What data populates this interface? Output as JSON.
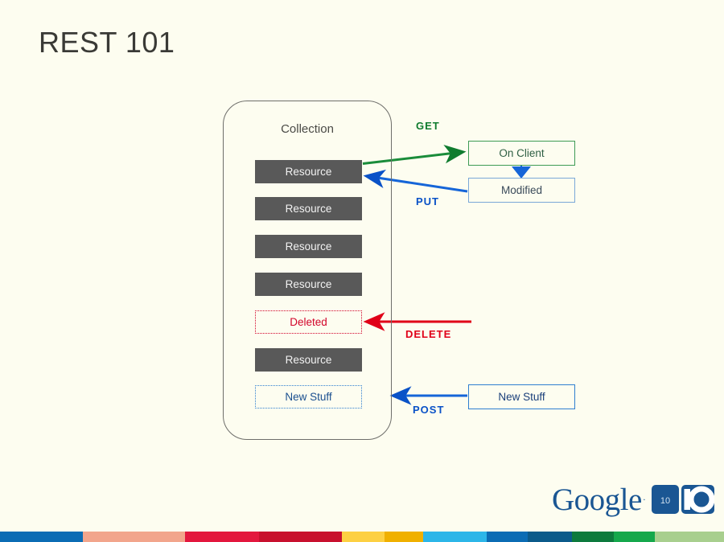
{
  "slide": {
    "title": "REST 101",
    "background_color": "#fdfdf0"
  },
  "collection": {
    "label": "Collection",
    "items": [
      {
        "label": "Resource",
        "state": "normal"
      },
      {
        "label": "Resource",
        "state": "normal"
      },
      {
        "label": "Resource",
        "state": "normal"
      },
      {
        "label": "Resource",
        "state": "normal"
      },
      {
        "label": "Deleted",
        "state": "deleted"
      },
      {
        "label": "Resource",
        "state": "normal"
      },
      {
        "label": "New Stuff",
        "state": "new"
      }
    ]
  },
  "client_boxes": {
    "on_client": "On Client",
    "modified": "Modified",
    "new_stuff": "New Stuff"
  },
  "verbs": {
    "get": "GET",
    "put": "PUT",
    "delete": "DELETE",
    "post": "POST"
  },
  "logo": {
    "word": "Google",
    "tm": "·",
    "year": "10",
    "letter_i": "I",
    "letter_o": "O"
  },
  "colors": {
    "resource_fill": "#595959",
    "resource_text": "#f2f2f2",
    "get_green": "#107c2f",
    "put_blue": "#0a52c7",
    "delete_red": "#e00018",
    "post_blue": "#0a52c7",
    "on_client_border": "#3f9b55",
    "modified_border": "#7aa8d8",
    "new_stuff_border": "#2f7fd0",
    "deleted_border": "#d2042a",
    "container_border": "#6e6e6a",
    "title_text": "#3a3a36",
    "logo_blue": "#1a5693"
  },
  "color_bar": [
    {
      "color": "#0b6cb4",
      "width": 137
    },
    {
      "color": "#f2a58c",
      "width": 170
    },
    {
      "color": "#e3173e",
      "width": 122
    },
    {
      "color": "#c8102e",
      "width": 137
    },
    {
      "color": "#fdd043",
      "width": 71
    },
    {
      "color": "#f0b000",
      "width": 64
    },
    {
      "color": "#2cb6e8",
      "width": 105
    },
    {
      "color": "#0b6cb4",
      "width": 68
    },
    {
      "color": "#0b5a8a",
      "width": 74
    },
    {
      "color": "#0d7a3d",
      "width": 69
    },
    {
      "color": "#15a84c",
      "width": 68
    },
    {
      "color": "#a8cf8e",
      "width": 115
    }
  ]
}
